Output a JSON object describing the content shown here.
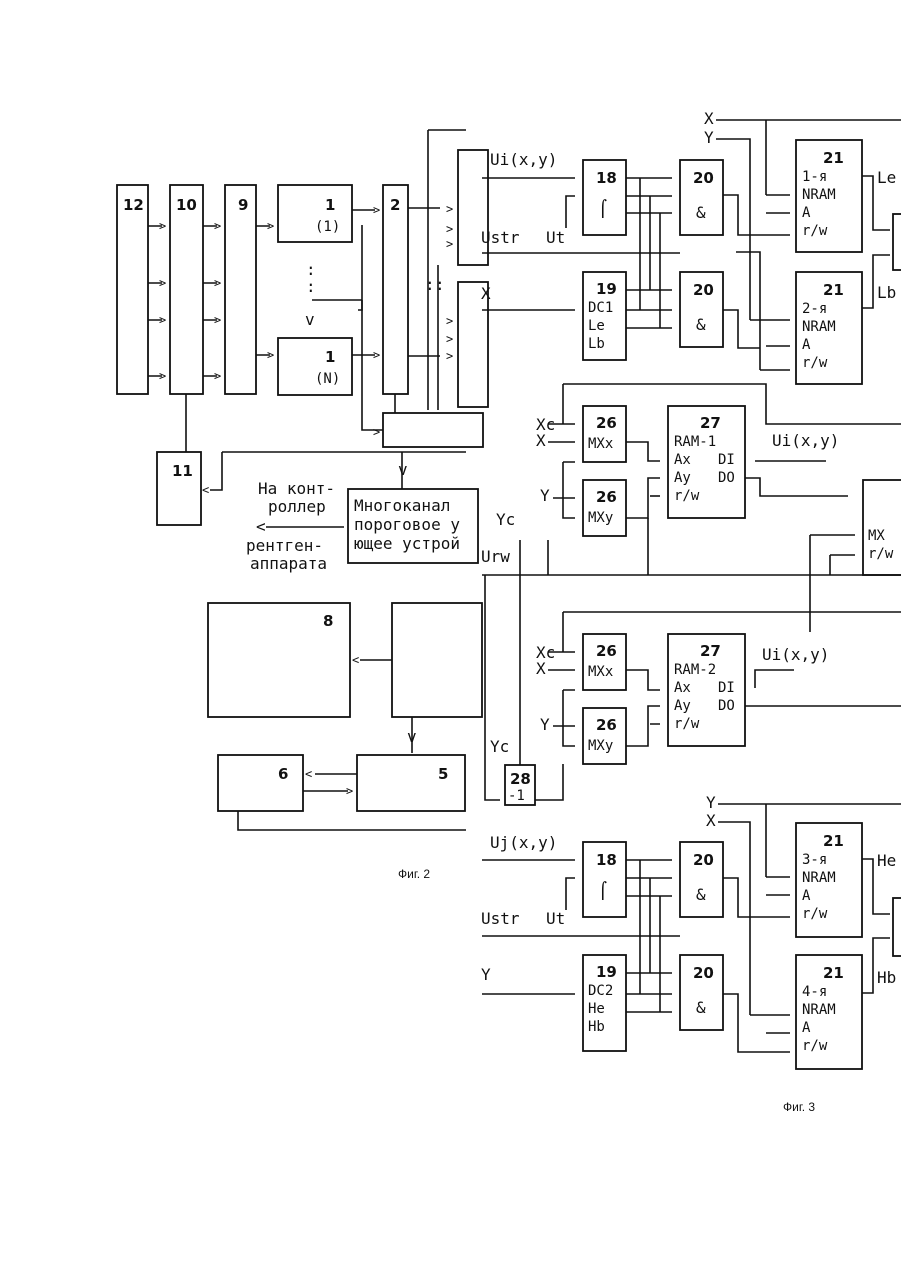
{
  "figure2": {
    "caption": "Фиг. 2",
    "blocks": {
      "b12": "12",
      "b10": "10",
      "b9": "9",
      "b1a": "1",
      "b1a_sub": "(1)",
      "b1n": "1",
      "b1n_sub": "(N)",
      "b2": "2",
      "b11": "11",
      "b8": "8",
      "b6": "6",
      "b5": "5",
      "dots_v": ":",
      "letter_v": "v"
    },
    "controller_text": [
      "На конт-",
      "роллер",
      "<",
      "рентген-",
      "аппарата"
    ],
    "threshold_text": [
      "Многоканал",
      "пороговое у",
      "ющее устрой"
    ]
  },
  "figure3": {
    "caption": "Фиг. 3",
    "signals": {
      "ui": "Ui(x,y)",
      "uj": "Uj(x,y)",
      "ustr": "Ustr",
      "ut": "Ut",
      "x": "X",
      "y": "Y",
      "xc": "Xc",
      "yc": "Yc",
      "urw": "Urw",
      "le": "Le",
      "lb": "Lb",
      "he": "He",
      "hb": "Hb"
    },
    "blocks": {
      "b18": "18",
      "b19": "19",
      "b20": "20",
      "b21": "21",
      "b26": "26",
      "b27": "27",
      "b28": "28",
      "amp": "&",
      "step": "⌠",
      "dc1": "DC1",
      "dc2": "DC2",
      "nram1": "1-я",
      "nram2": "2-я",
      "nram3": "3-я",
      "nram4": "4-я",
      "nram": "NRAM",
      "a": "A",
      "rw": "r/w",
      "mxx": "MXx",
      "mxy": "MXy",
      "mx": "MX",
      "ram1": "RAM-1",
      "ram2": "RAM-2",
      "ax": "Ax",
      "ay": "Ay",
      "di": "DI",
      "do": "DO",
      "minus1": "-1"
    }
  }
}
